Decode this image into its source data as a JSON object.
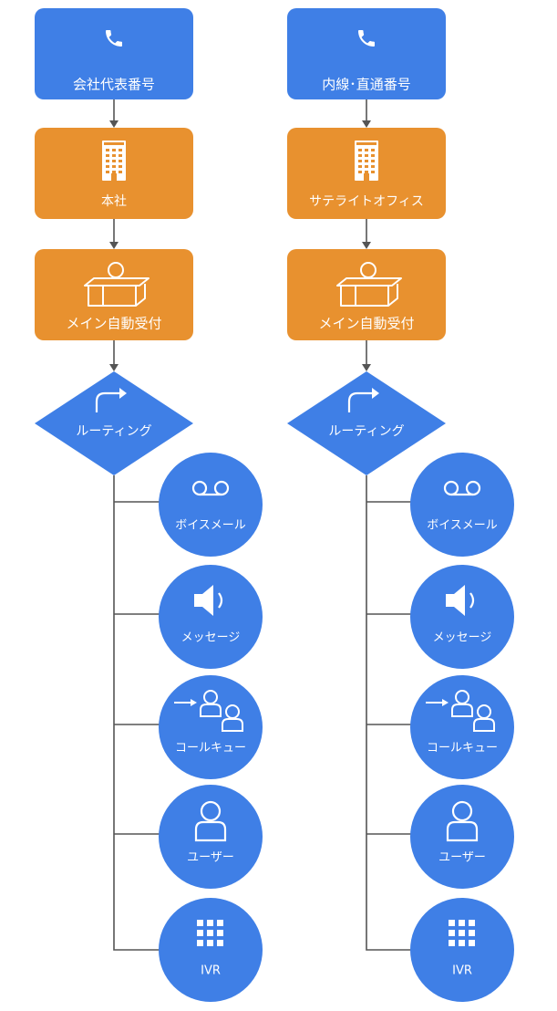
{
  "colors": {
    "blue": "#3F7FE6",
    "orange": "#E8912F",
    "connector": "#555555",
    "icon": "#ffffff"
  },
  "flows": [
    {
      "number_label": "会社代表番号",
      "site_label": "本社",
      "attendant_label": "メイン自動受付",
      "routing_label": "ルーティング",
      "destinations": [
        {
          "label": "ボイスメール",
          "icon": "voicemail-icon"
        },
        {
          "label": "メッセージ",
          "icon": "speaker-icon"
        },
        {
          "label": "コールキュー",
          "icon": "call-queue-icon"
        },
        {
          "label": "ユーザー",
          "icon": "user-icon"
        },
        {
          "label": "IVR",
          "icon": "keypad-icon"
        }
      ]
    },
    {
      "number_label": "内線･直通番号",
      "site_label": "サテライトオフィス",
      "attendant_label": "メイン自動受付",
      "routing_label": "ルーティング",
      "destinations": [
        {
          "label": "ボイスメール",
          "icon": "voicemail-icon"
        },
        {
          "label": "メッセージ",
          "icon": "speaker-icon"
        },
        {
          "label": "コールキュー",
          "icon": "call-queue-icon"
        },
        {
          "label": "ユーザー",
          "icon": "user-icon"
        },
        {
          "label": "IVR",
          "icon": "keypad-icon"
        }
      ]
    }
  ]
}
